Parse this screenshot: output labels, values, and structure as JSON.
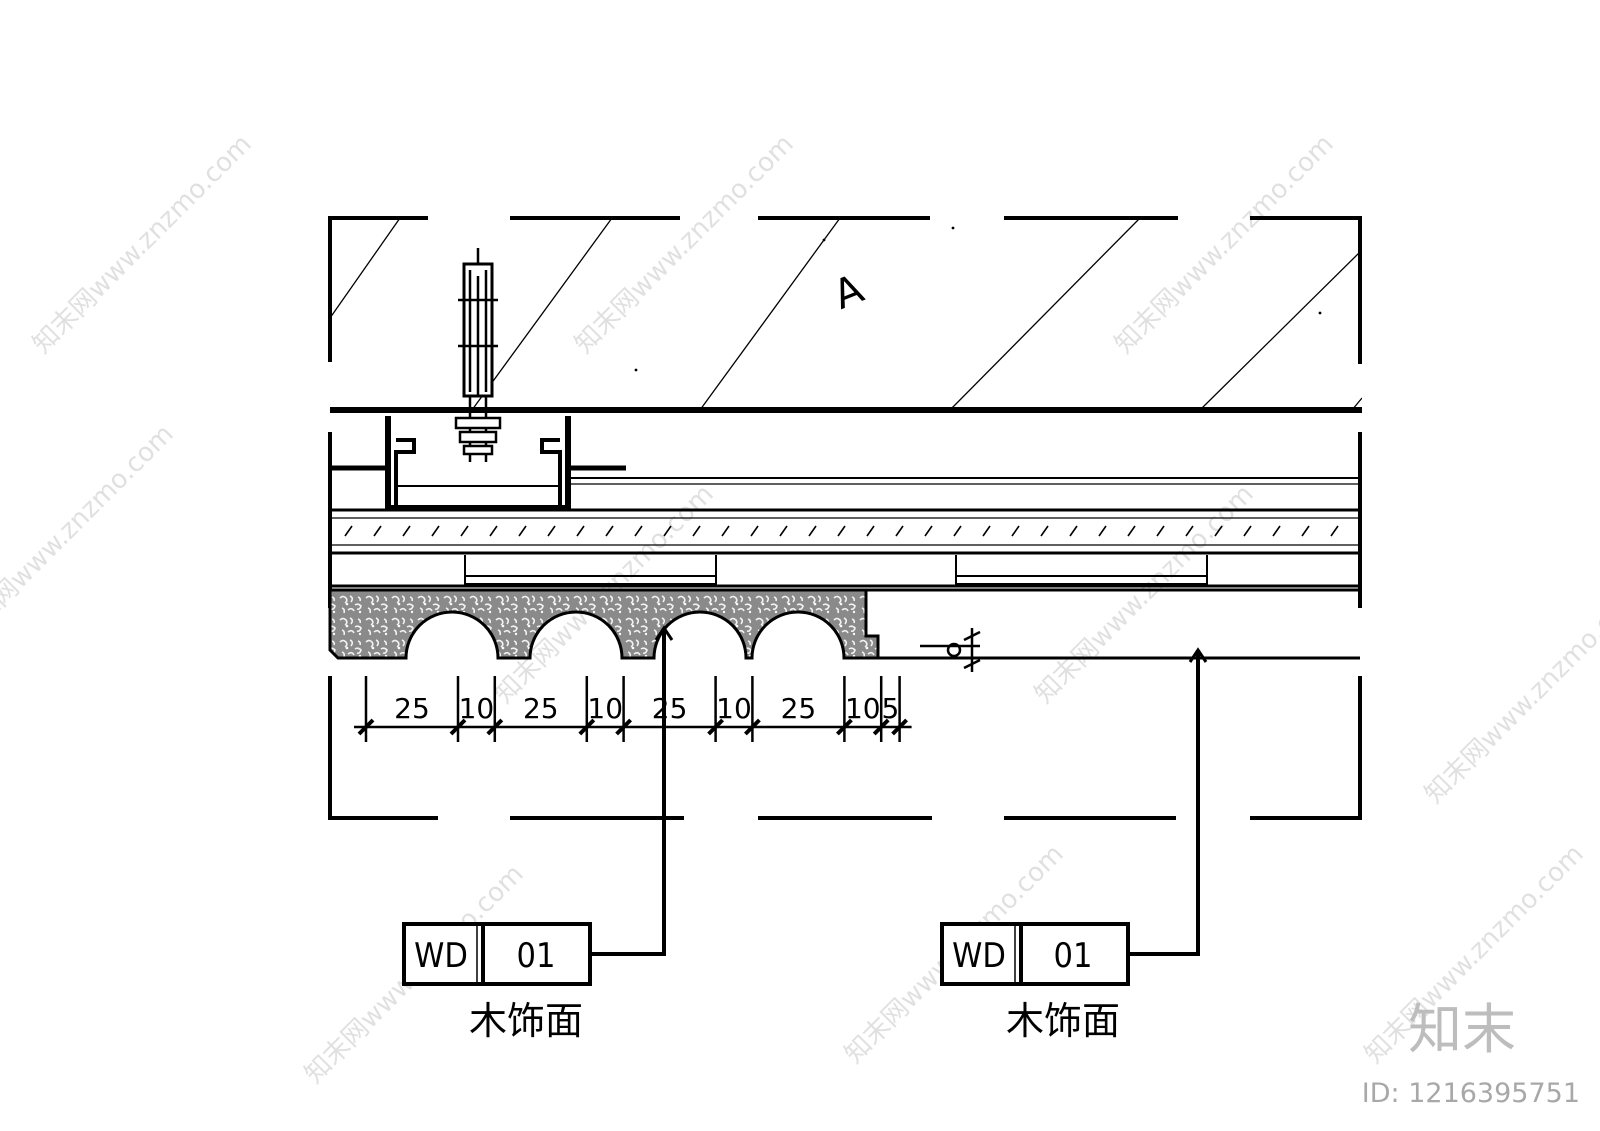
{
  "diagram": {
    "dimension_labels": [
      "25",
      "10",
      "25",
      "10",
      "25",
      "10",
      "25",
      "10",
      "5"
    ],
    "hatch_letter": "A",
    "callouts": [
      {
        "code": "WD",
        "number": "01",
        "note": "木饰面"
      },
      {
        "code": "WD",
        "number": "01",
        "note": "木饰面"
      }
    ]
  },
  "watermark": {
    "repeat_text": "知末网www.znzmo.com",
    "brand": "知末",
    "id_label": "ID: 1216395751"
  },
  "colors": {
    "line": "#000000",
    "fill_pattern": "#6f6f6f",
    "watermark": "#c8c8c8"
  }
}
